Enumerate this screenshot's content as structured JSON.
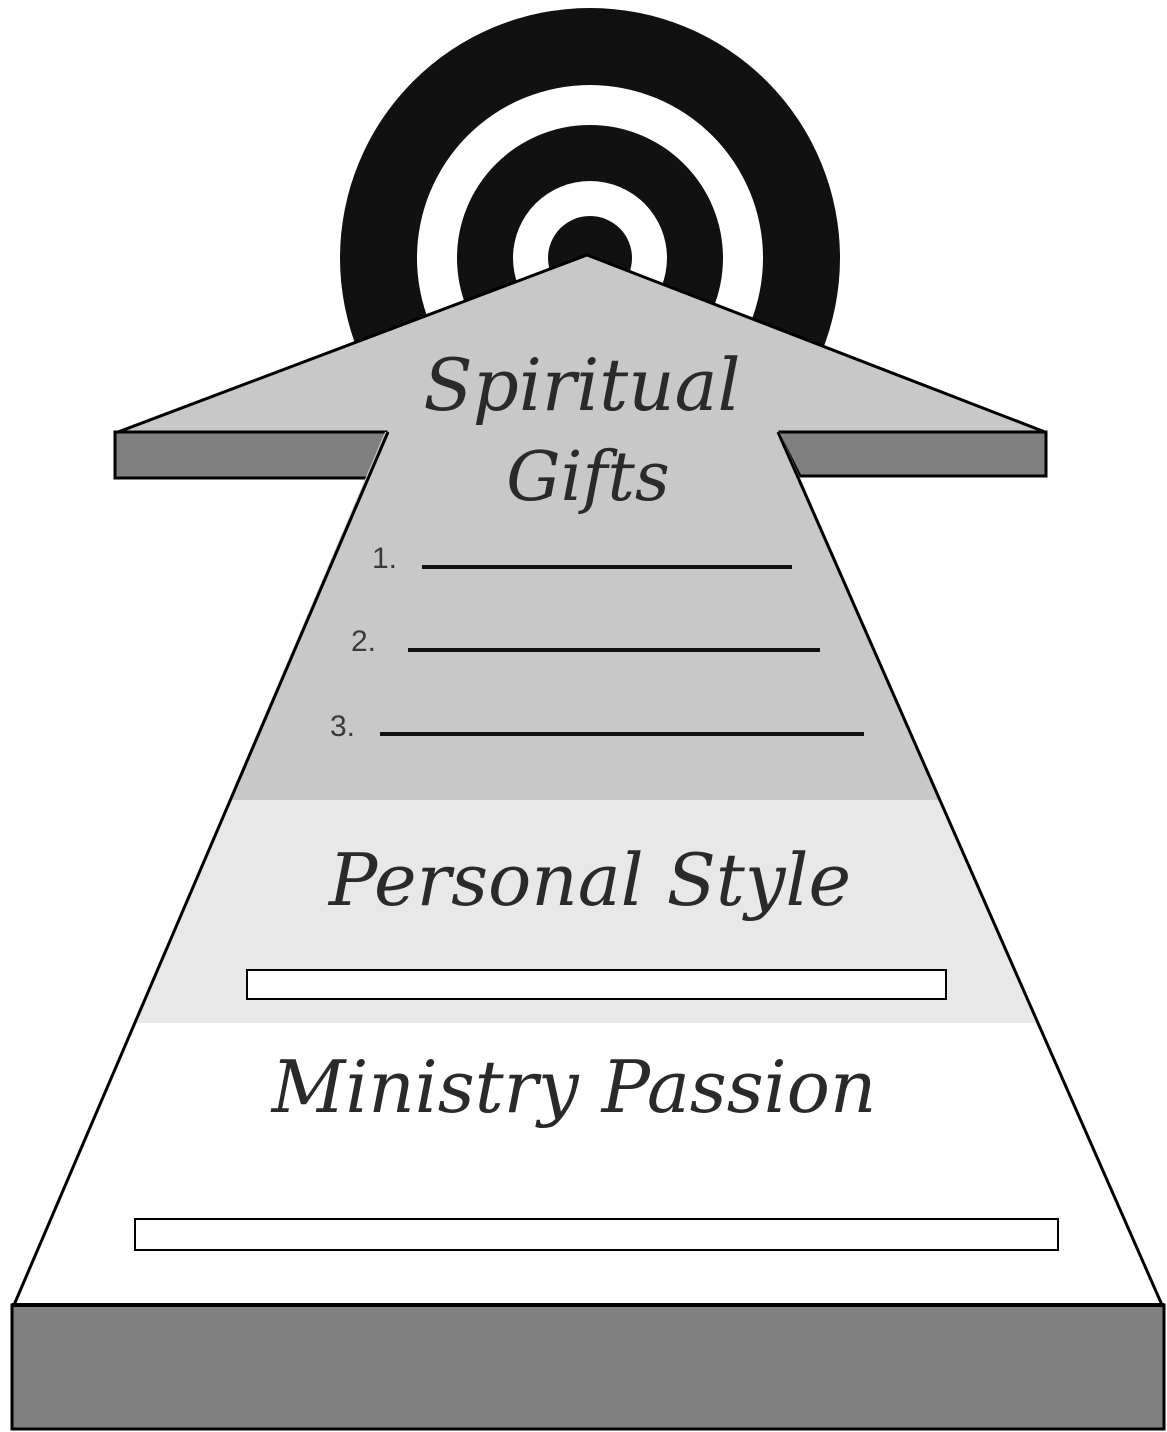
{
  "diagram": {
    "target_icon": "bullseye-target-icon",
    "sections": {
      "spiritual_gifts": {
        "title_line1": "Spiritual",
        "title_line2": "Gifts",
        "items": [
          {
            "number": "1."
          },
          {
            "number": "2."
          },
          {
            "number": "3."
          }
        ]
      },
      "personal_style": {
        "title": "Personal Style"
      },
      "ministry_passion": {
        "title": "Ministry Passion"
      }
    },
    "colors": {
      "target_black": "#111111",
      "arrow_head": "#c8c8c8",
      "spiritual_band": "#c8c8c8",
      "personal_band": "#e8e8e8",
      "ministry_band": "#ffffff",
      "base_side": "#808080",
      "outline": "#000000"
    }
  }
}
